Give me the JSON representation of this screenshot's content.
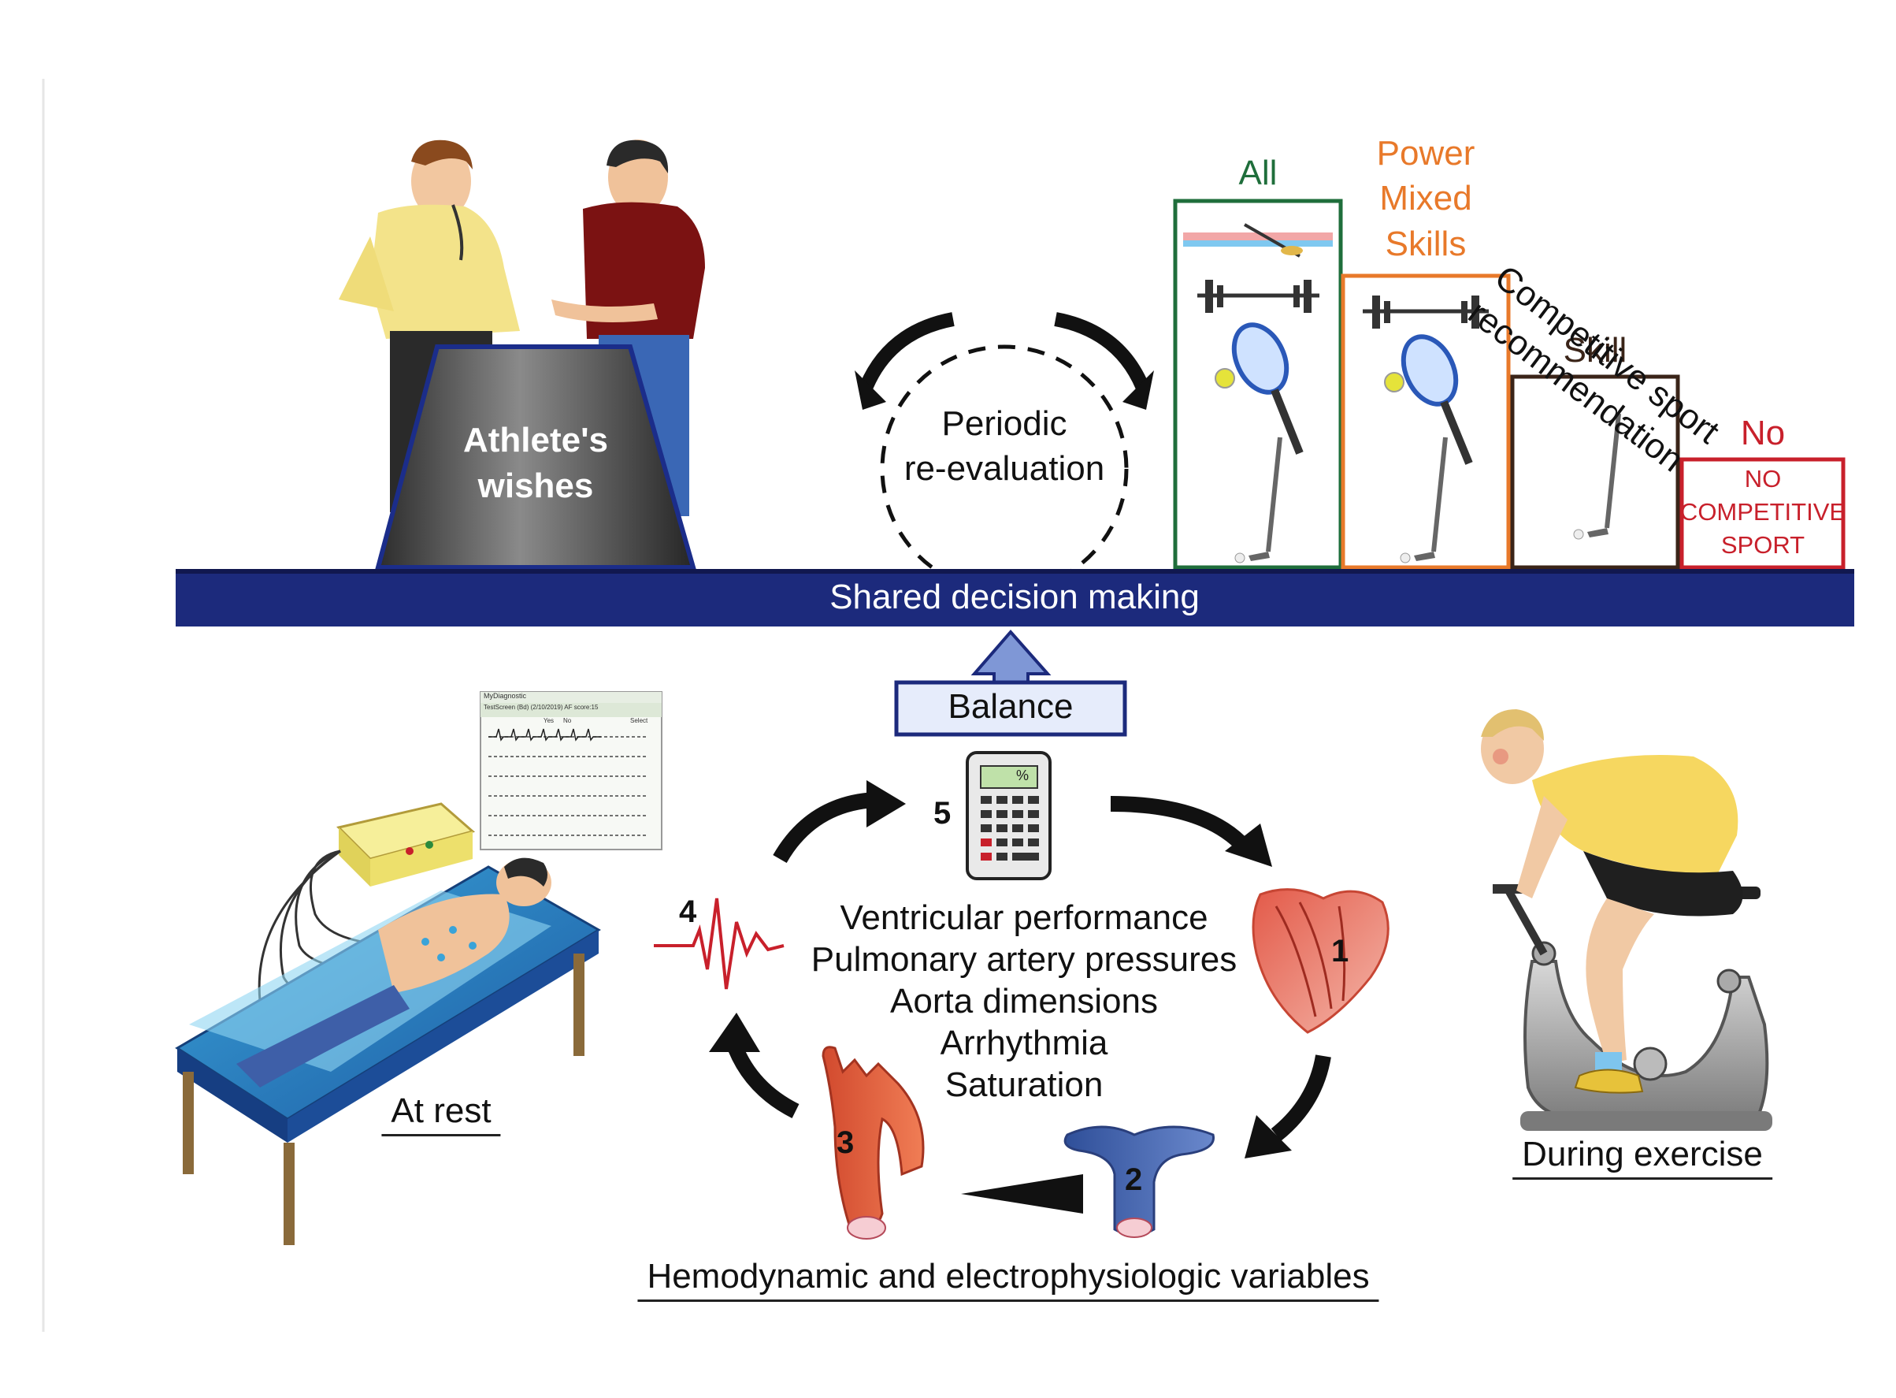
{
  "top": {
    "athlete_wishes": "Athlete's wishes",
    "periodic_reevaluation": [
      "Periodic",
      "re-evaluation"
    ],
    "shared_decision": "Shared decision making",
    "balance": "Balance",
    "recommendation_title": "Competitive sport recommendation",
    "categories": {
      "all": {
        "label": "All",
        "color": "#1f6e3b"
      },
      "power": {
        "label_lines": [
          "Power",
          "Mixed",
          "Skills"
        ],
        "color": "#e8792a"
      },
      "skill": {
        "label": "Skill",
        "color": "#3a2418"
      },
      "no": {
        "label": "No",
        "box_lines": [
          "NO",
          "COMPETITIVE",
          "SPORT"
        ],
        "color": "#c8202b"
      }
    }
  },
  "bottom": {
    "at_rest": "At rest",
    "during_exercise": "During exercise",
    "variables_caption": "Hemodynamic and electrophysiologic variables",
    "variables": [
      "Ventricular performance",
      "Pulmonary artery pressures",
      "Aorta dimensions",
      "Arrhythmia",
      "Saturation"
    ],
    "steps": [
      "1",
      "2",
      "3",
      "4",
      "5"
    ],
    "ecg_screen": {
      "title": "MyDiagnostic",
      "line": "TestScreen (Bd) (2/10/2019)   AF score:15",
      "options": [
        "Yes",
        "No",
        "Select"
      ]
    },
    "calculator_display": "%"
  },
  "colors": {
    "navy": "#16206e",
    "bar_blue": "#1c2a7c",
    "accent_red": "#c8202b"
  }
}
